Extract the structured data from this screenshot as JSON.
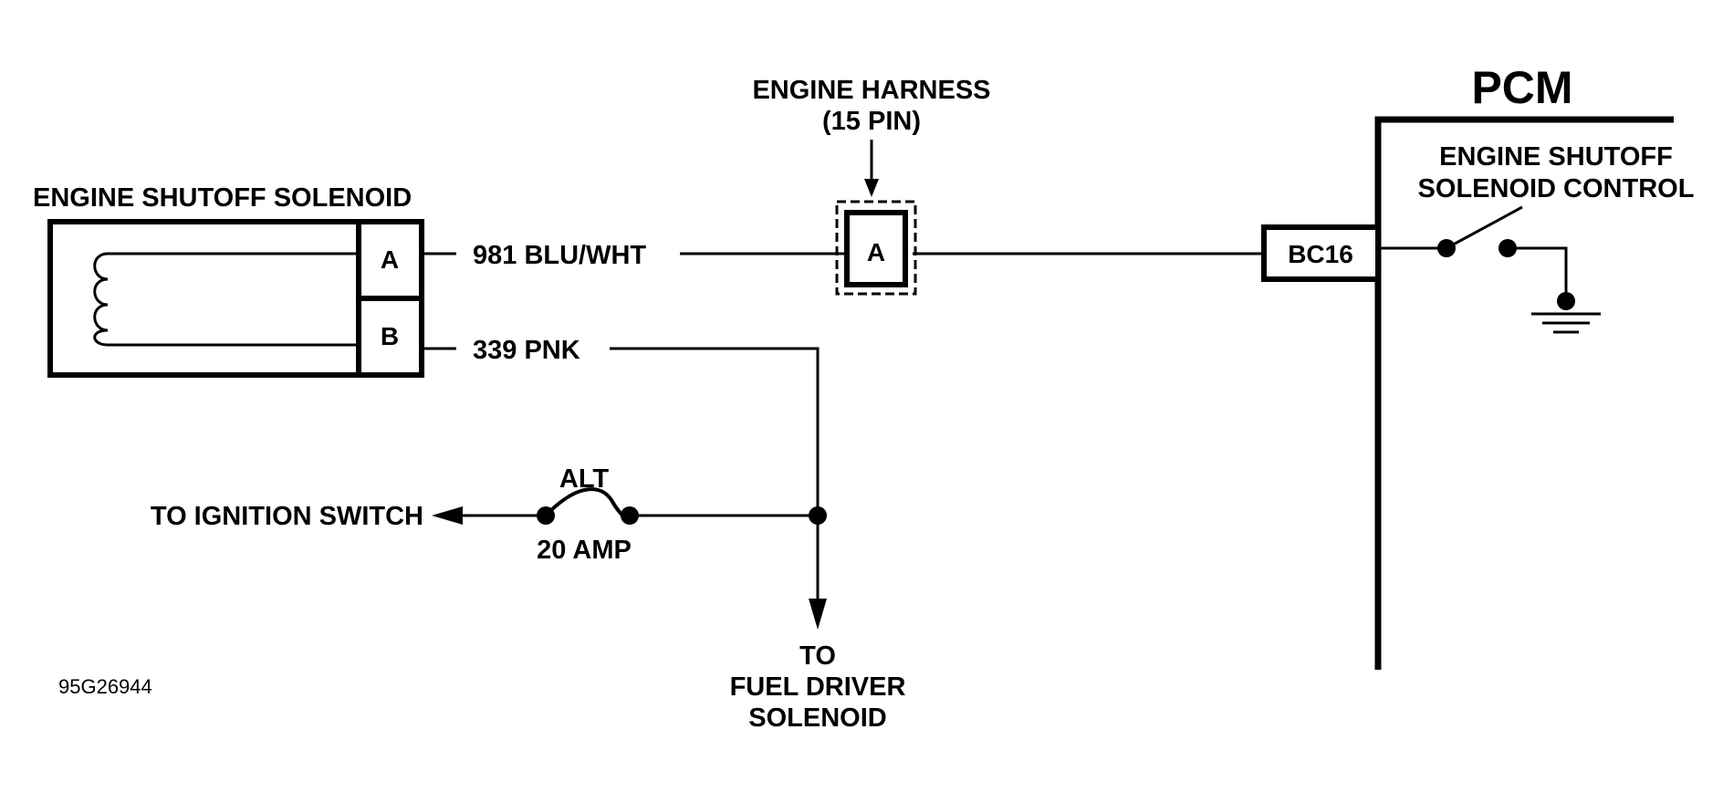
{
  "solenoid": {
    "title": "ENGINE SHUTOFF SOLENOID",
    "pins": [
      "A",
      "B"
    ]
  },
  "wires": {
    "wire_a": "981 BLU/WHT",
    "wire_b": "339 PNK"
  },
  "harness": {
    "line1": "ENGINE HARNESS",
    "line2": "(15 PIN)",
    "pin": "A"
  },
  "pcm": {
    "title": "PCM",
    "control_line1": "ENGINE SHUTOFF",
    "control_line2": "SOLENOID CONTROL",
    "terminal": "BC16"
  },
  "fuse": {
    "name": "ALT",
    "rating": "20 AMP"
  },
  "destinations": {
    "ignition": "TO IGNITION SWITCH",
    "fuel_line1": "TO",
    "fuel_line2": "FUEL DRIVER",
    "fuel_line3": "SOLENOID"
  },
  "figure_id": "95G26944"
}
